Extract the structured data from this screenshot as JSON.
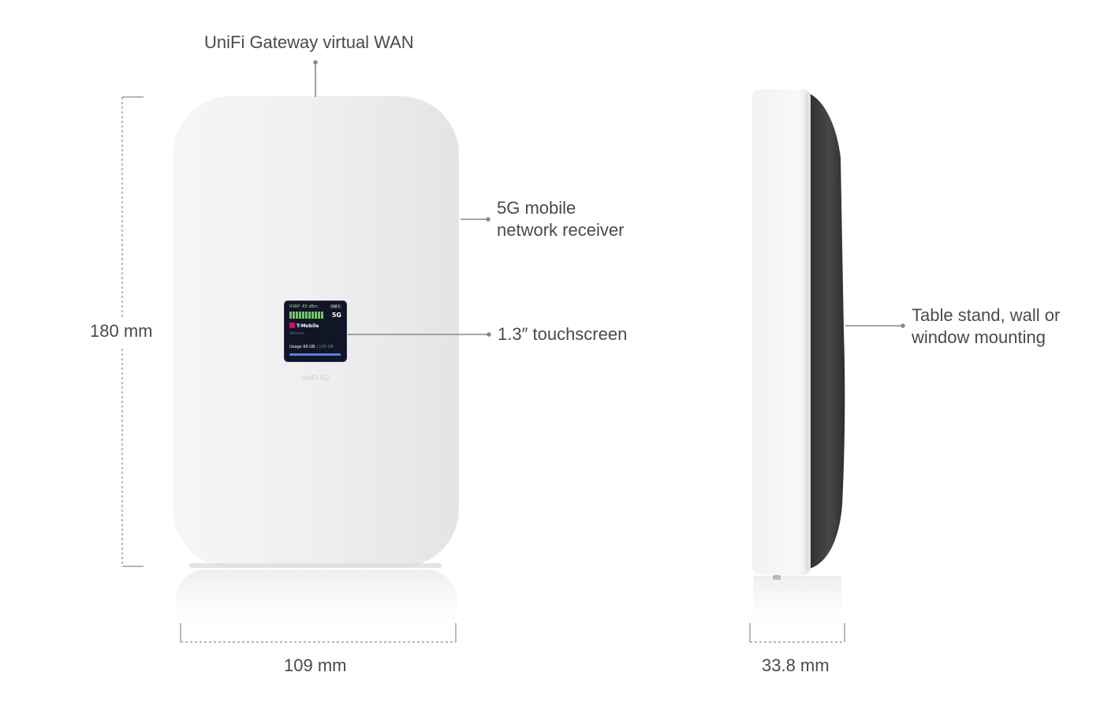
{
  "front": {
    "callout_top": "UniFi Gateway virtual WAN",
    "callout_side_line1": "5G mobile",
    "callout_side_line2": "network receiver",
    "callout_screen": "1.3″ touchscreen",
    "height_dim": "180 mm",
    "width_dim": "109 mm",
    "brand_text": "UniFi 5G"
  },
  "screen": {
    "rsrp": "RSRP -65 dBm",
    "sim": "SIM 1",
    "network": "5G",
    "carrier_active": "T-Mobile",
    "carrier_inactive": "Verizon",
    "usage_label": "Usage 99 GB",
    "usage_total": "/ 100 GB",
    "usage_fraction": 0.99,
    "signal_bars": 11
  },
  "side": {
    "callout_mount_line1": "Table stand, wall or",
    "callout_mount_line2": "window mounting",
    "depth_dim": "33.8 mm"
  },
  "colors": {
    "device_body": "#eeeeef",
    "side_back": "#3a3a3c",
    "leader": "#8a8a8a",
    "text": "#4a4a4a"
  }
}
